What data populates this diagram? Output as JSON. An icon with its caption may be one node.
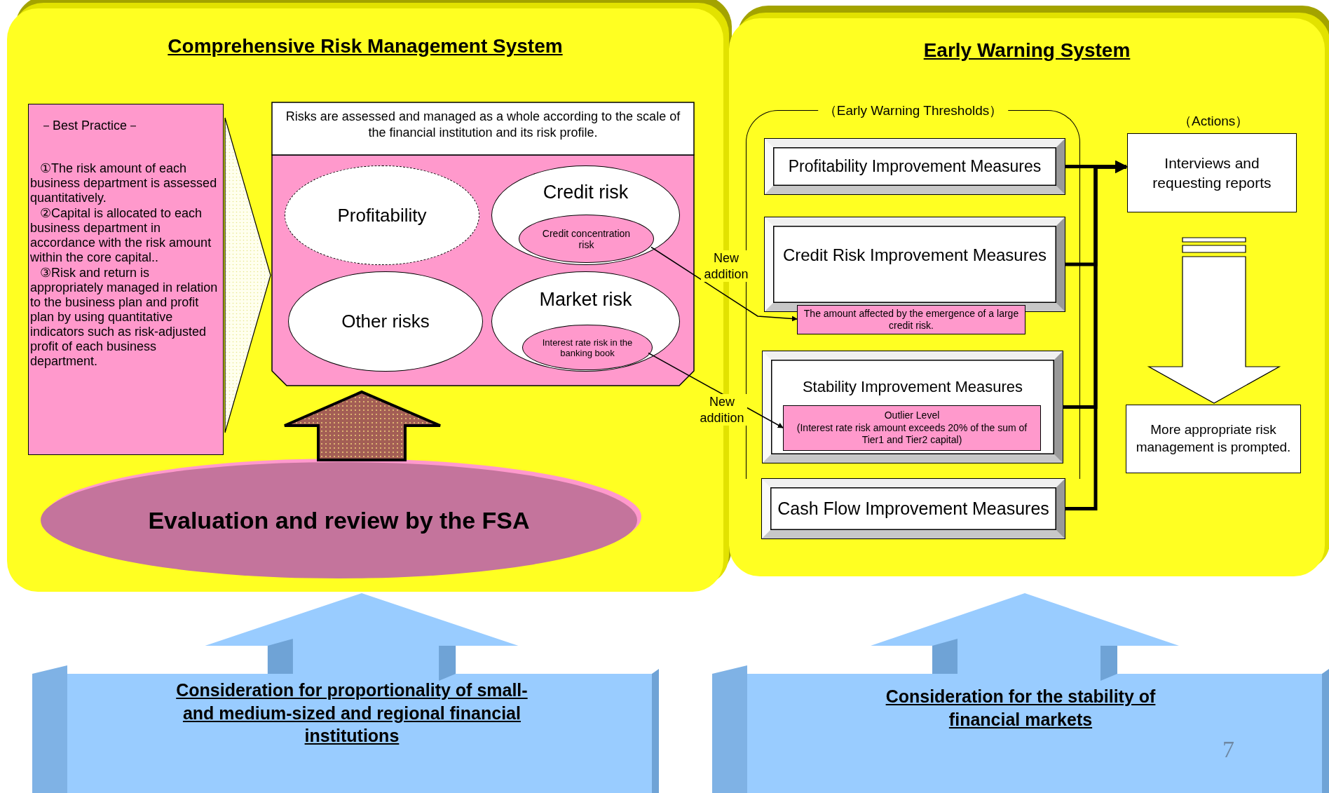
{
  "diagram": {
    "nodes": [
      {
        "text": [
          "Comprehensive Risk Management System"
        ]
      },
      {
        "text": [
          "－Best Practice－",
          "①The risk amount of each business department is assessed quantitatively.",
          "②Capital is allocated to each business department in accordance with the risk amount within the core capital..",
          "③Risk and return is appropriately managed in relation to the business plan and profit plan by using quantitative indicators such as risk-adjusted profit of each business department."
        ],
        "in": 0
      },
      {
        "text": [
          "Risks are assessed and managed as a whole according to the scale of the financial institution and its risk profile."
        ],
        "in": 0
      },
      {
        "text": [
          "Profitability"
        ],
        "in": 2
      },
      {
        "text": [
          "Credit risk"
        ],
        "in": 2
      },
      {
        "text": [
          "Credit concentration risk"
        ],
        "in": 4
      },
      {
        "text": [
          "Other risks"
        ],
        "in": 2
      },
      {
        "text": [
          "Market risk"
        ],
        "in": 2
      },
      {
        "text": [
          "Interest rate risk in the banking book"
        ],
        "in": 7
      },
      {
        "text": [
          "Evaluation and review by the FSA"
        ],
        "in": 0
      },
      {
        "text": [
          "Early Warning System"
        ]
      },
      {
        "text": [
          "（Early Warning Thresholds）"
        ],
        "in": 10
      },
      {
        "text": [
          "Profitability Improvement Measures"
        ],
        "in": 11
      },
      {
        "text": [
          "Credit Risk Improvement Measures"
        ],
        "in": 11
      },
      {
        "text": [
          "The amount affected by the emergence of a large credit risk."
        ],
        "in": 11
      },
      {
        "text": [
          "Stability Improvement Measures"
        ],
        "in": 11
      },
      {
        "text": [
          "Outlier Level",
          "(Interest rate risk amount exceeds 20% of the sum of Tier1 and Tier2 capital)"
        ],
        "in": 15
      },
      {
        "text": [
          "Cash Flow Improvement Measures"
        ],
        "in": 10
      },
      {
        "text": [
          "Interviews and requesting reports"
        ],
        "in": 10
      },
      {
        "text": [
          "More appropriate risk management is prompted."
        ],
        "in": 10
      },
      {
        "text": [
          "Consideration for proportionality of small- and medium-sized and regional financial institutions"
        ]
      },
      {
        "text": [
          "Consideration for the stability of financial markets"
        ]
      }
    ],
    "edges": [
      {
        "from": 1,
        "to": 2,
        "arrow": "to"
      },
      {
        "from": 9,
        "to": 2,
        "arrow": "to"
      },
      {
        "from": 5,
        "to": 14,
        "arrow": "to",
        "label": "New addition"
      },
      {
        "from": 8,
        "to": 16,
        "arrow": "to",
        "label": "New addition"
      },
      {
        "from": 12,
        "to": 18,
        "arrow": "to"
      },
      {
        "from": 13,
        "to": 18,
        "arrow": "to"
      },
      {
        "from": 15,
        "to": 18,
        "arrow": "to"
      },
      {
        "from": 17,
        "to": 18,
        "arrow": "to"
      },
      {
        "from": 18,
        "to": 19,
        "arrow": "to"
      }
    ],
    "labels": [
      "（Actions）",
      "7"
    ]
  }
}
